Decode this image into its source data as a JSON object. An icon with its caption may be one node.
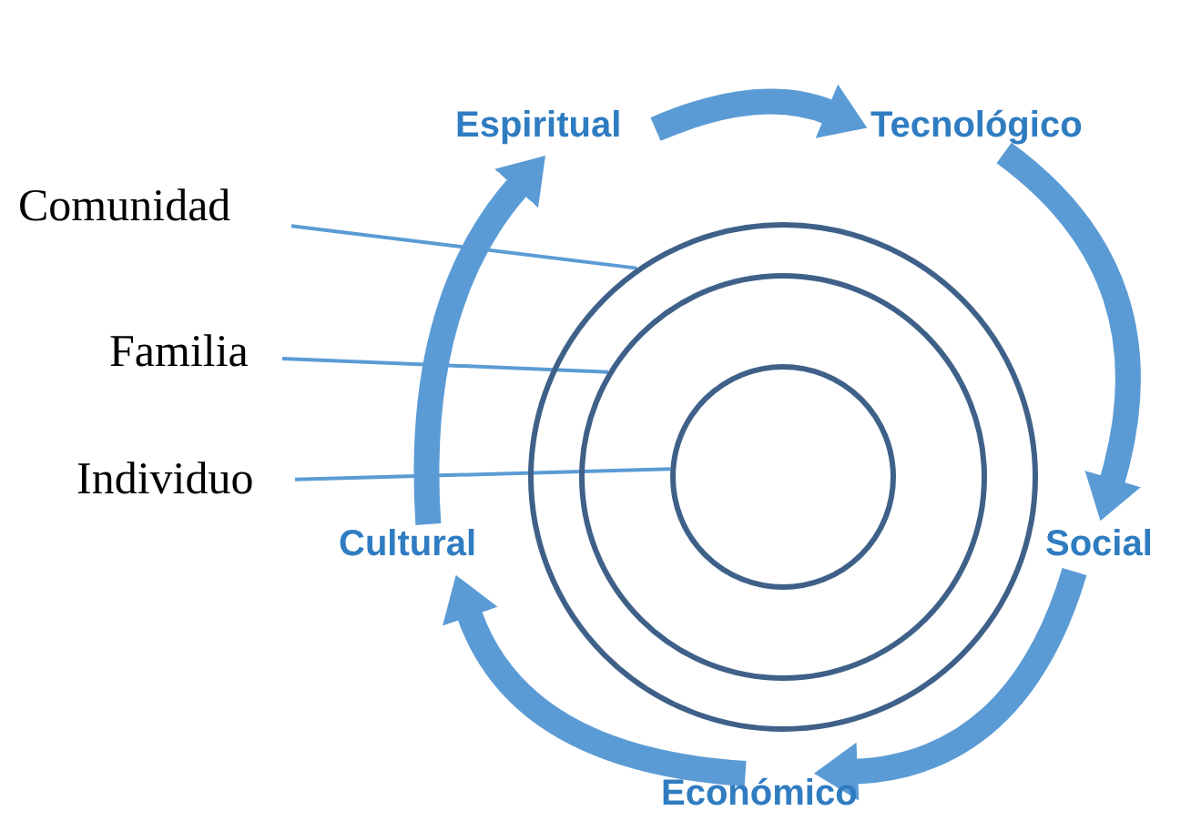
{
  "diagram": {
    "nodes": [
      {
        "text": [
          "Espiritual"
        ]
      },
      {
        "text": [
          "Tecnológico"
        ]
      },
      {
        "text": [
          "Comunidad"
        ]
      },
      {
        "text": [],
        "shape": "circle"
      },
      {
        "text": [],
        "shape": "circle",
        "in": 3
      },
      {
        "text": [],
        "shape": "circle",
        "in": 4
      },
      {
        "text": [
          "Familia"
        ]
      },
      {
        "text": [
          "Individuo"
        ]
      },
      {
        "text": [
          "Social"
        ]
      },
      {
        "text": [
          "Cultural"
        ]
      },
      {
        "text": [
          "Económico"
        ]
      }
    ],
    "edges": [
      {
        "from": 2,
        "to": 3,
        "arrow": "none"
      },
      {
        "from": 6,
        "to": 4,
        "arrow": "none"
      },
      {
        "from": 7,
        "to": 5,
        "arrow": "none"
      },
      {
        "from": 0,
        "to": 1,
        "arrow": "to"
      },
      {
        "from": 1,
        "to": 8,
        "arrow": "to"
      },
      {
        "from": 8,
        "to": 10,
        "arrow": "to"
      },
      {
        "from": 10,
        "to": 9,
        "arrow": "to"
      },
      {
        "from": 9,
        "to": 0,
        "arrow": "to"
      }
    ]
  }
}
